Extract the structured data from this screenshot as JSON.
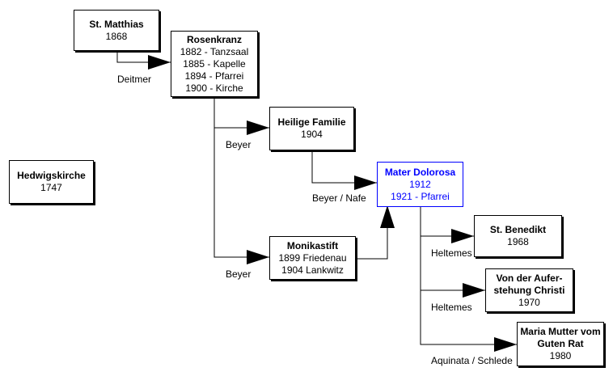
{
  "nodes": {
    "st_matthias": {
      "title": "St. Matthias",
      "lines": [
        "1868"
      ]
    },
    "rosenkranz": {
      "title": "Rosenkranz",
      "lines": [
        "1882 - Tanzsaal",
        "1885 - Kapelle",
        "1894 - Pfarrei",
        "1900 - Kirche"
      ]
    },
    "heilige_familie": {
      "title": "Heilige Familie",
      "lines": [
        "1904"
      ]
    },
    "hedwigskirche": {
      "title": "Hedwigskirche",
      "lines": [
        "1747"
      ]
    },
    "mater_dolorosa": {
      "title": "Mater Dolorosa",
      "lines": [
        "1912",
        "1921 - Pfarrei"
      ]
    },
    "monikastift": {
      "title": "Monikastift",
      "lines": [
        "1899 Friedenau",
        "1904 Lankwitz"
      ]
    },
    "st_benedikt": {
      "title": "St. Benedikt",
      "lines": [
        "1968"
      ]
    },
    "auferstehung": {
      "title_lines": [
        "Von der Aufer-",
        "stehung Christi"
      ],
      "lines": [
        "1970"
      ]
    },
    "maria_mutter": {
      "title_lines": [
        "Maria Mutter vom",
        "Guten Rat"
      ],
      "lines": [
        "1980"
      ]
    }
  },
  "edge_labels": {
    "deitmer": "Deitmer",
    "beyer_1": "Beyer",
    "beyer_nafe": "Beyer / Nafe",
    "beyer_2": "Beyer",
    "heltemes_1": "Heltemes",
    "heltemes_2": "Heltemes",
    "aquinata_schlede": "Aquinata / Schlede"
  },
  "colors": {
    "line": "#000000",
    "highlight": "#0000ff"
  }
}
